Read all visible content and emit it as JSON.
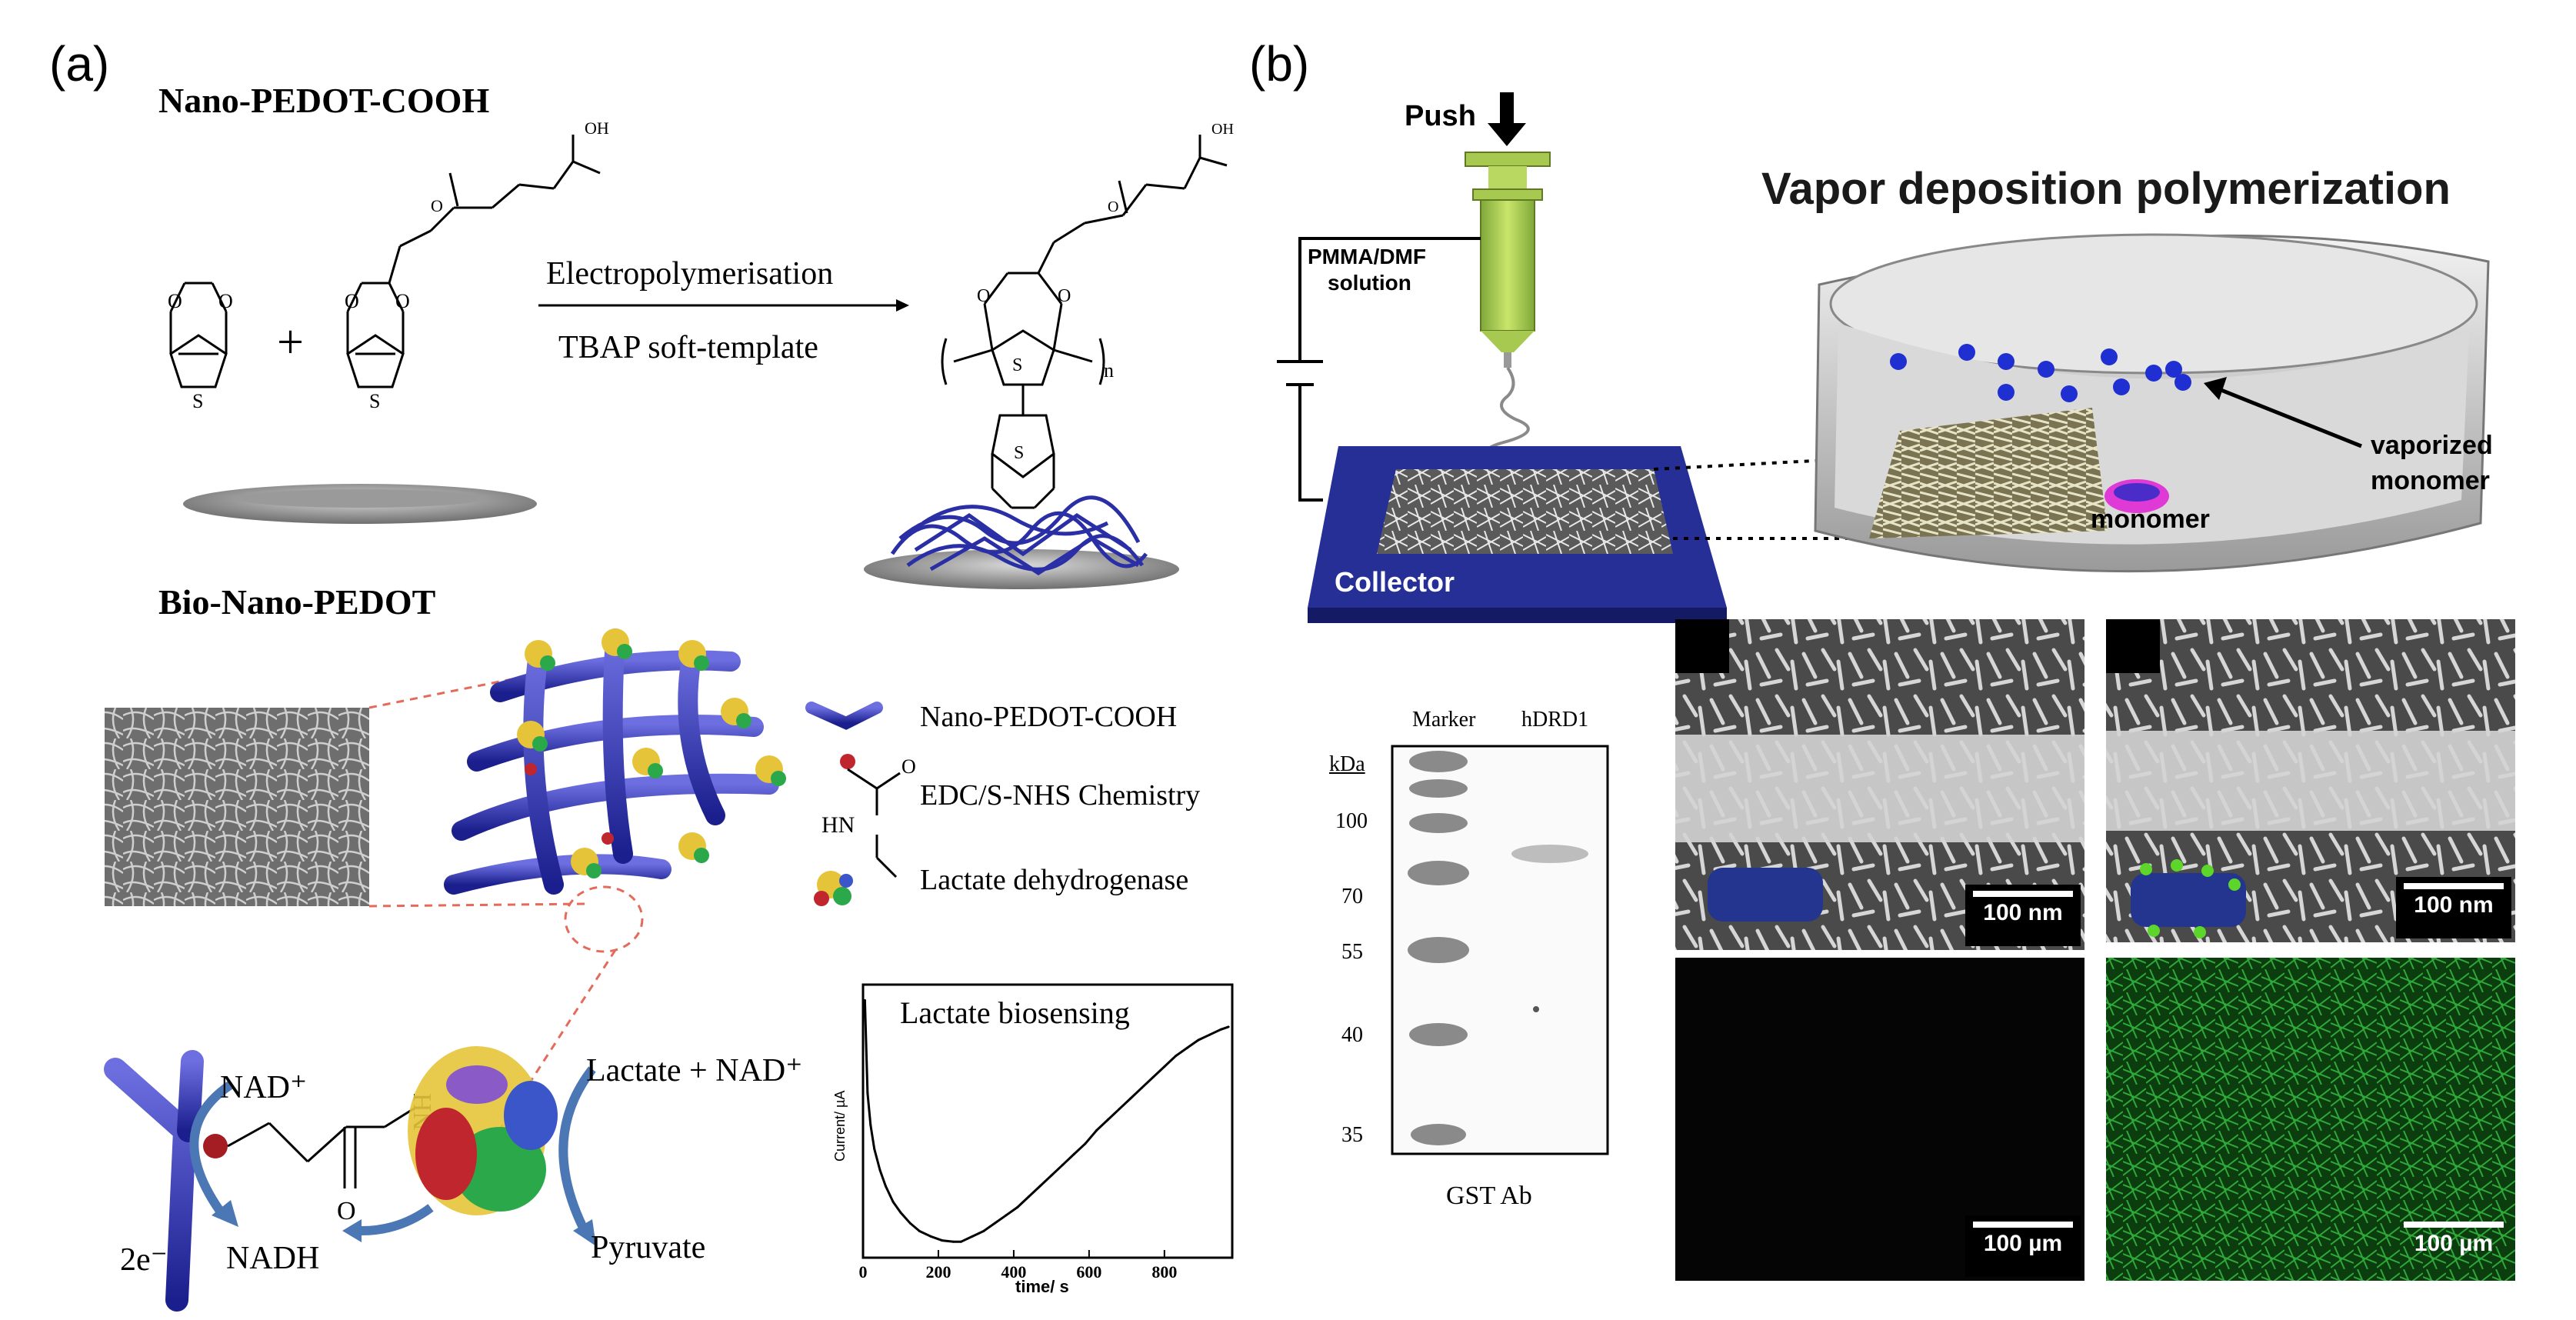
{
  "panel_a": {
    "label": "(a)",
    "section1_title": "Nano-PEDOT-COOH",
    "chem_oh1": "OH",
    "chem_oh2": "OH",
    "chem_s1": "S",
    "chem_s2": "S",
    "chem_s3": "S",
    "chem_n": "n",
    "plus": "+",
    "arrow_top": "Electropolymerisation",
    "arrow_bottom": "TBAP soft-template",
    "section2_title": "Bio-Nano-PEDOT",
    "legend": [
      "Nano-PEDOT-COOH",
      "EDC/S-NHS Chemistry",
      "Lactate dehydrogenase"
    ],
    "chem_hn": "HN",
    "chem_o": "O",
    "chem_o2": "O",
    "chem_nh": "NH",
    "nad_plus": "NAD⁺",
    "two_e": "2e⁻",
    "nadh": "NADH",
    "lactate_nad": "Lactate + NAD⁺",
    "pyruvate": "Pyruvate"
  },
  "panel_b": {
    "label": "(b)",
    "push": "Push",
    "pmma1": "PMMA/DMF",
    "pmma2": "solution",
    "collector": "Collector",
    "vapor_title": "Vapor deposition polymerization",
    "vaporized1": "vaporized",
    "vaporized2": "monomer",
    "monomer": "monomer",
    "blot": {
      "col_marker": "Marker",
      "col_sample": "hDRD1",
      "unit": "kDa",
      "markers": [
        "100",
        "70",
        "55",
        "40",
        "35"
      ],
      "footer": "GST Ab"
    },
    "scale_bars": [
      "100 nm",
      "100 nm",
      "100 µm",
      "100 µm"
    ]
  },
  "chart_data": {
    "type": "line",
    "title": "Lactate biosensing",
    "xlabel": "time/ s",
    "ylabel": "Current/ µA",
    "xlim": [
      0,
      980
    ],
    "ylim": [
      0,
      1
    ],
    "xticks": [
      "0",
      "200",
      "400",
      "600",
      "800"
    ],
    "x": [
      5,
      12,
      20,
      30,
      45,
      60,
      80,
      100,
      125,
      150,
      180,
      210,
      240,
      260,
      290,
      320,
      350,
      380,
      410,
      440,
      470,
      500,
      530,
      560,
      590,
      620,
      650,
      680,
      710,
      740,
      770,
      800,
      830,
      860,
      890,
      920,
      950,
      970
    ],
    "values": [
      0.97,
      0.62,
      0.5,
      0.41,
      0.33,
      0.27,
      0.21,
      0.17,
      0.13,
      0.1,
      0.08,
      0.065,
      0.06,
      0.06,
      0.08,
      0.1,
      0.13,
      0.16,
      0.19,
      0.23,
      0.27,
      0.31,
      0.35,
      0.39,
      0.43,
      0.48,
      0.52,
      0.56,
      0.6,
      0.64,
      0.68,
      0.72,
      0.76,
      0.79,
      0.82,
      0.84,
      0.86,
      0.87
    ],
    "grid": false
  }
}
